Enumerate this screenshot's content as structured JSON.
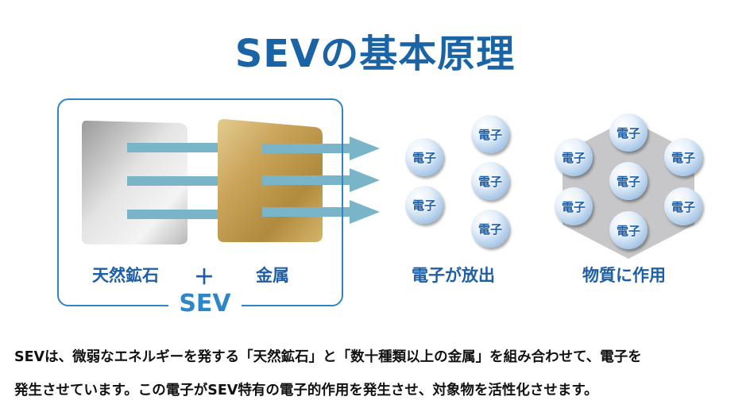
{
  "title": "SEVの基本原理",
  "sev_label": "SEV",
  "labels": {
    "ore": "天然鉱石",
    "plus": "＋",
    "metal": "金属",
    "emission": "電子が放出",
    "action": "物質に作用"
  },
  "electron_label": "電子",
  "electrons_emitted": [
    "電子",
    "電子",
    "電子",
    "電子",
    "電子"
  ],
  "electrons_matter": [
    "電子",
    "電子",
    "電子",
    "電子",
    "電子",
    "電子",
    "電子"
  ],
  "description": {
    "line1": "SEVは、微弱なエネルギーを発する「天然鉱石」と「数十種類以上の金属」を組み合わせて、電子を",
    "line2": "発生させています。この電子がSEV特有の電子的作用を発生させ、対象物を活性化させます。"
  },
  "colors": {
    "title": "#1a64a6",
    "sev_box": "#2f86c6",
    "arrow": "#7ab4c8",
    "hexagon": "#c7c7c9"
  }
}
